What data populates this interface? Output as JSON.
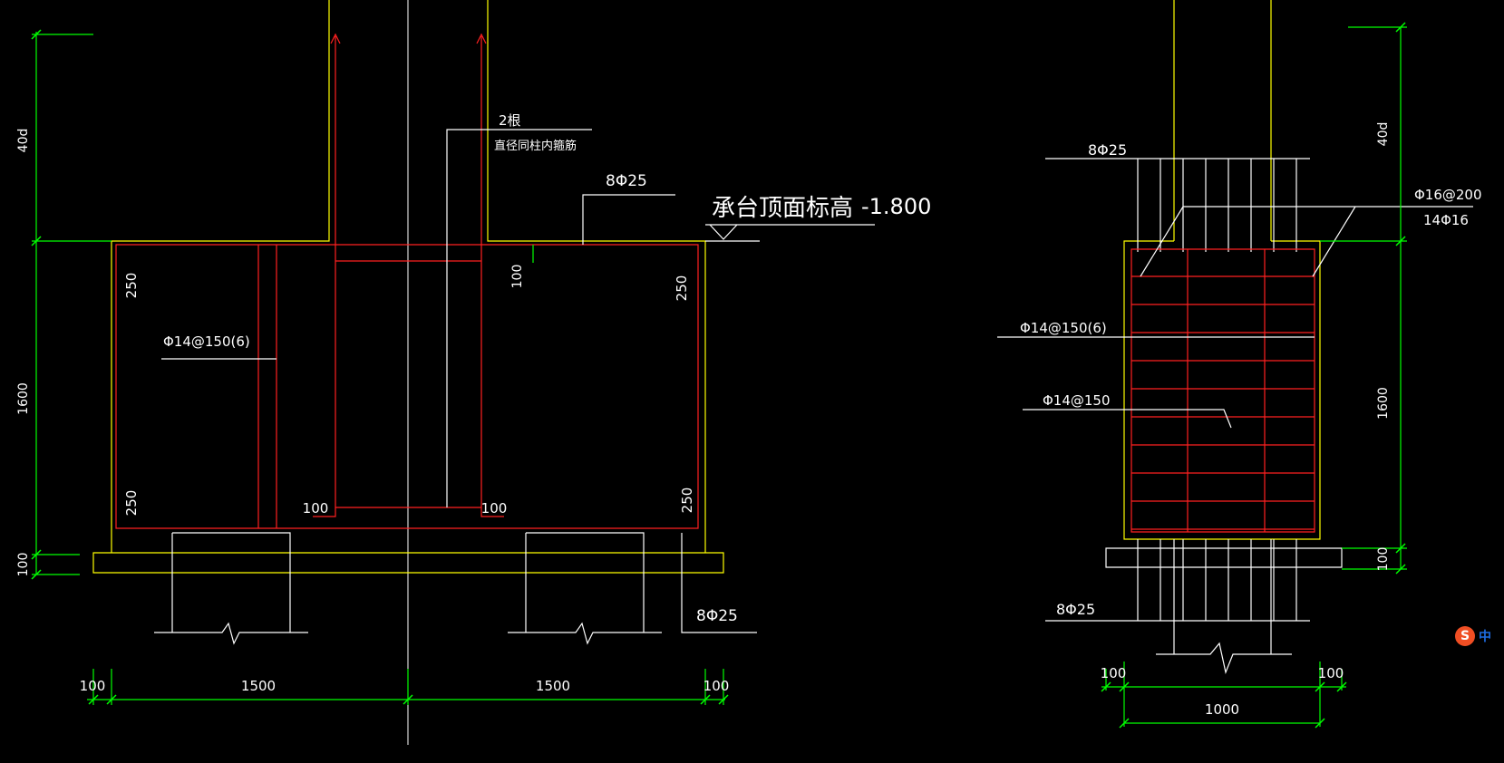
{
  "colors": {
    "background": "#000000",
    "outline": "#ffff00",
    "rebar": "#ff2020",
    "dimension": "#00ff00",
    "annotation": "#ffffff"
  },
  "left_view": {
    "dim_vertical": [
      "40d",
      "1600",
      "100"
    ],
    "dim_horizontal": [
      "100",
      "1500",
      "1500",
      "100"
    ],
    "labels": {
      "bars_top": "8Φ25",
      "bars_bottom": "8Φ25",
      "stirrup": "Φ14@150(6)",
      "note_line1": "2根",
      "note_line2": "直径同柱内箍筋",
      "elev_label": "承台顶面标高",
      "elev_value": "-1.800",
      "cover_250_tl": "250",
      "cover_250_bl": "250",
      "cover_250_tr": "250",
      "cover_250_br": "250",
      "anchor_100_top": "100",
      "anchor_100_left": "100",
      "anchor_100_right": "100"
    }
  },
  "right_view": {
    "dim_vertical": [
      "40d",
      "1600",
      "100"
    ],
    "dim_horizontal": [
      "100",
      "1000",
      "100"
    ],
    "labels": {
      "bars_top": "8Φ25",
      "bars_bottom": "8Φ25",
      "stirrup_6": "Φ14@150(6)",
      "stirrup": "Φ14@150",
      "tie": "Φ16@200",
      "side_bars": "14Φ16"
    }
  },
  "ime": {
    "logo": "S",
    "mode": "中"
  }
}
